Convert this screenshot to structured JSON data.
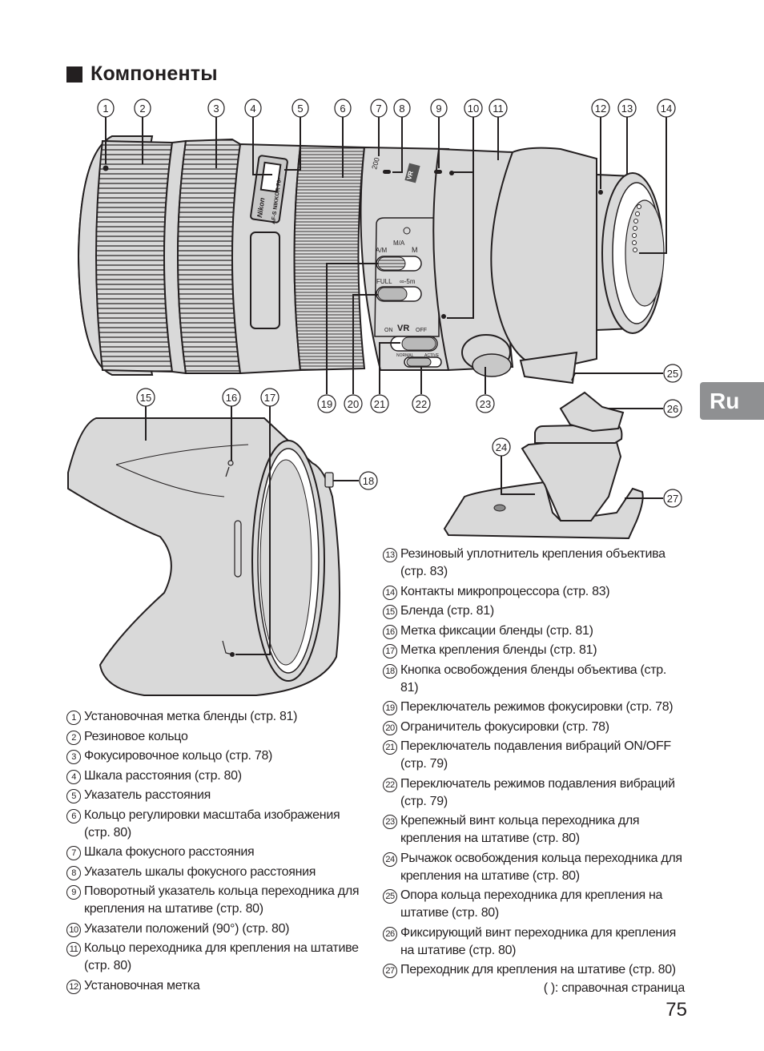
{
  "heading": "Компоненты",
  "language_tab": "Ru",
  "diagram": {
    "lens_callouts": [
      "1",
      "2",
      "3",
      "4",
      "5",
      "6",
      "7",
      "8",
      "9",
      "10",
      "11",
      "12",
      "13",
      "14"
    ],
    "switch_callouts": [
      "19",
      "20",
      "21",
      "22",
      "23",
      "25"
    ],
    "hood_callouts": [
      "15",
      "16",
      "17",
      "18"
    ],
    "adapter_callouts": [
      "24",
      "26",
      "27"
    ],
    "lens_markings": {
      "brand": "Nikon",
      "model": "AF-S NIKKOR 70-",
      "focal": "200",
      "vr_badge": "VR",
      "focus_mode": {
        "a_m": "A/M",
        "m_a": "M/A",
        "m": "M"
      },
      "limiter": {
        "full": "FULL",
        "range": "∞-5m"
      },
      "vr_switch": {
        "on": "ON",
        "title": "VR",
        "off": "OFF"
      },
      "vr_mode": {
        "normal": "NORMAL",
        "active": "ACTIVE"
      }
    }
  },
  "left_items": [
    {
      "num": "1",
      "text": "Установочная метка бленды (стр. 81)"
    },
    {
      "num": "2",
      "text": "Резиновое кольцо"
    },
    {
      "num": "3",
      "text": "Фокусировочное кольцо (стр. 78)"
    },
    {
      "num": "4",
      "text": "Шкала расстояния (стр. 80)"
    },
    {
      "num": "5",
      "text": "Указатель расстояния"
    },
    {
      "num": "6",
      "text": "Кольцо регулировки масштаба изображения (стр. 80)"
    },
    {
      "num": "7",
      "text": "Шкала фокусного расстояния"
    },
    {
      "num": "8",
      "text": "Указатель шкалы фокусного расстояния"
    },
    {
      "num": "9",
      "text": "Поворотный указатель кольца переходника для крепления на штативе (стр. 80)"
    },
    {
      "num": "10",
      "text": "Указатели положений (90°) (стр. 80)"
    },
    {
      "num": "11",
      "text": "Кольцо переходника для крепления на штативе (стр. 80)"
    },
    {
      "num": "12",
      "text": "Установочная метка"
    }
  ],
  "right_items": [
    {
      "num": "13",
      "text": "Резиновый уплотнитель крепления объектива (стр. 83)"
    },
    {
      "num": "14",
      "text": "Контакты микропроцессора (стр. 83)"
    },
    {
      "num": "15",
      "text": "Бленда (стр. 81)"
    },
    {
      "num": "16",
      "text": "Метка фиксации бленды (стр. 81)"
    },
    {
      "num": "17",
      "text": "Метка крепления бленды (стр. 81)"
    },
    {
      "num": "18",
      "text": "Кнопка освобождения бленды объектива (стр. 81)"
    },
    {
      "num": "19",
      "text": "Переключатель режимов фокусировки (стр. 78)"
    },
    {
      "num": "20",
      "text": "Ограничитель фокусировки (стр. 78)"
    },
    {
      "num": "21",
      "text": "Переключатель подавления вибраций ON/OFF (стр. 79)"
    },
    {
      "num": "22",
      "text": "Переключатель режимов подавления вибраций (стр. 79)"
    },
    {
      "num": "23",
      "text": "Крепежный винт кольца переходника для крепления на штативе (стр. 80)"
    },
    {
      "num": "24",
      "text": "Рычажок освобождения кольца переходника для крепления на штативе (стр. 80)"
    },
    {
      "num": "25",
      "text": "Опора кольца переходника для крепления на штативе (стр. 80)"
    },
    {
      "num": "26",
      "text": "Фиксирующий винт переходника для крепления на штативе (стр. 80)"
    },
    {
      "num": "27",
      "text": "Переходник для крепления на штативе (стр. 80)"
    }
  ],
  "reference_note": "(  ): справочная страница",
  "page_number": "75"
}
